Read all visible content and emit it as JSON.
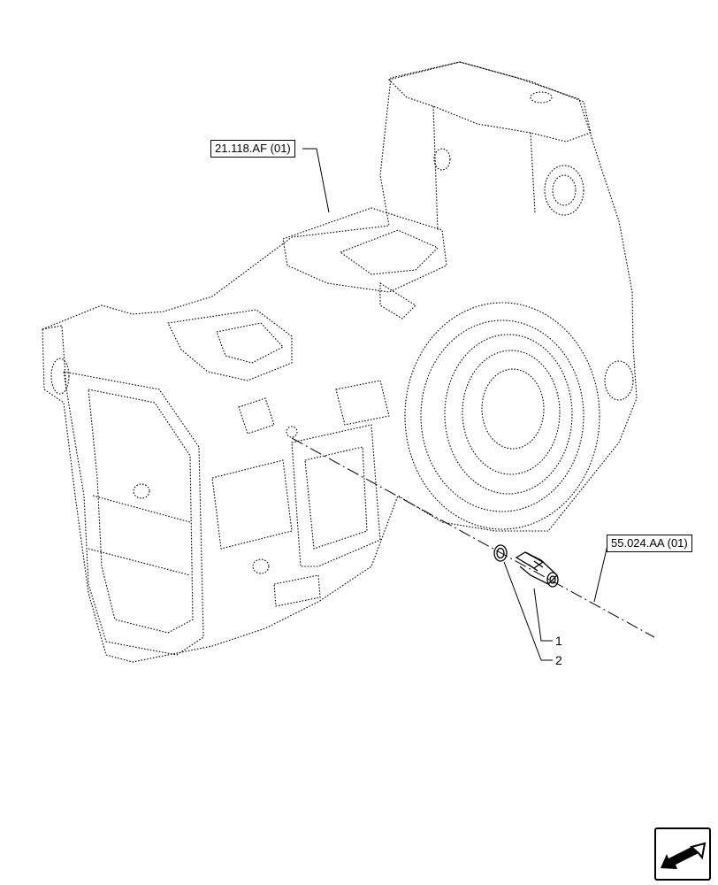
{
  "references": {
    "top_ref": "21.118.AF (01)",
    "right_ref": "55.024.AA (01)"
  },
  "callouts": [
    {
      "number": "1",
      "part": "sensor"
    },
    {
      "number": "2",
      "part": "seal-ring"
    }
  ],
  "navigation": {
    "icon": "arrow-back-icon"
  }
}
